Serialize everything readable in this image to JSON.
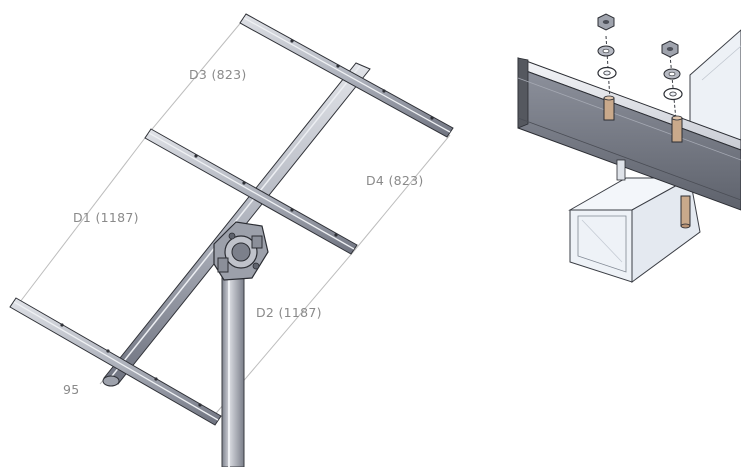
{
  "dimensions": {
    "d3": "D3 (823)",
    "d4": "D4 (823)",
    "d1": "D1 (1187)",
    "d2": "D2 (1187)",
    "offset": "95"
  },
  "colors": {
    "steel_light": "#c4c7cf",
    "steel_mid": "#a9adb8",
    "steel_dark": "#6f7380",
    "outline": "#2b2d33",
    "dimension_line": "#b5b5b5",
    "dimension_text": "#8a8a8a",
    "tube_fill": "#eef2f7",
    "tube_edge": "#3a3d44"
  },
  "hardware": {
    "nut_icon": "hex-nut-icon",
    "washer_icon": "washer-icon",
    "bolt_icon": "u-bolt-icon"
  }
}
